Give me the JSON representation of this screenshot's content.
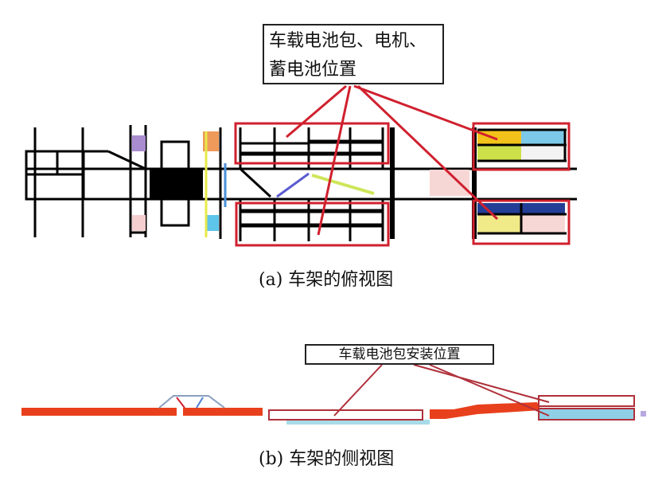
{
  "top_view": {
    "callout_line1": "车载电池包、电机、",
    "callout_line2": "蓄电池位置",
    "caption": "(a)  车架的俯视图"
  },
  "side_view": {
    "callout": "车载电池包安装位置",
    "caption": "(b)  车架的侧视图"
  },
  "colors": {
    "highlight": "#d0202e",
    "frame": "#000000",
    "side_frame": "#e8401c"
  }
}
